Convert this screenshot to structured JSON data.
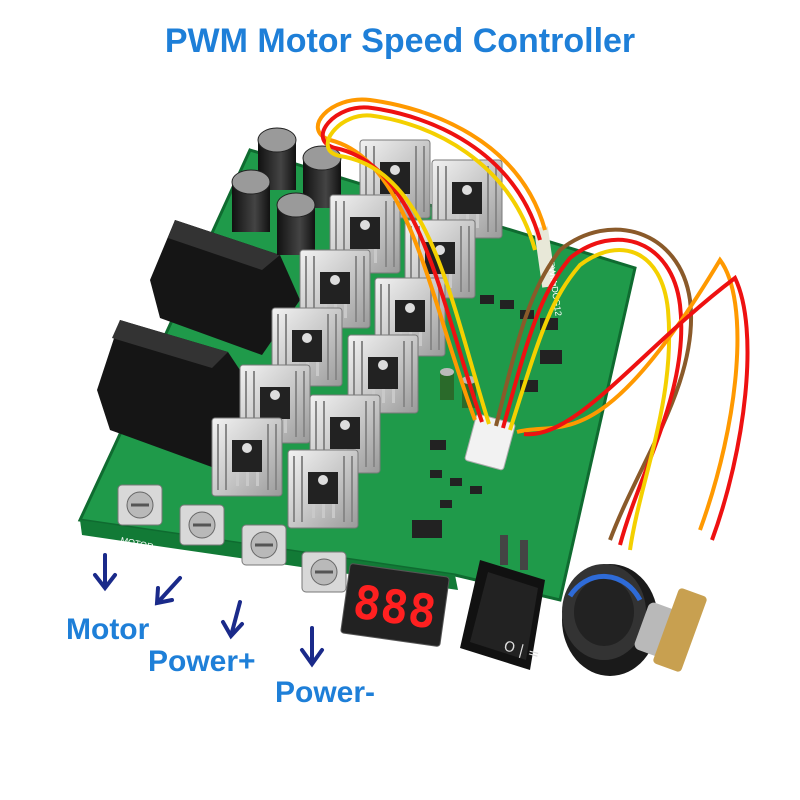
{
  "title": "PWM Motor Speed Controller",
  "colors": {
    "accent": "#1e7fd8",
    "arrow": "#1a2a8a",
    "pcb": "#1f9a4a"
  },
  "board": {
    "terminal_labels": [
      "MOTOR",
      "MOTOR",
      "POWER+",
      "POWER-"
    ],
    "model_label": "PWM-DCG12",
    "display_value": "888",
    "switch_marks": "O | ="
  },
  "callouts": {
    "motor": "Motor",
    "power_plus": "Power+",
    "power_minus": "Power-"
  }
}
